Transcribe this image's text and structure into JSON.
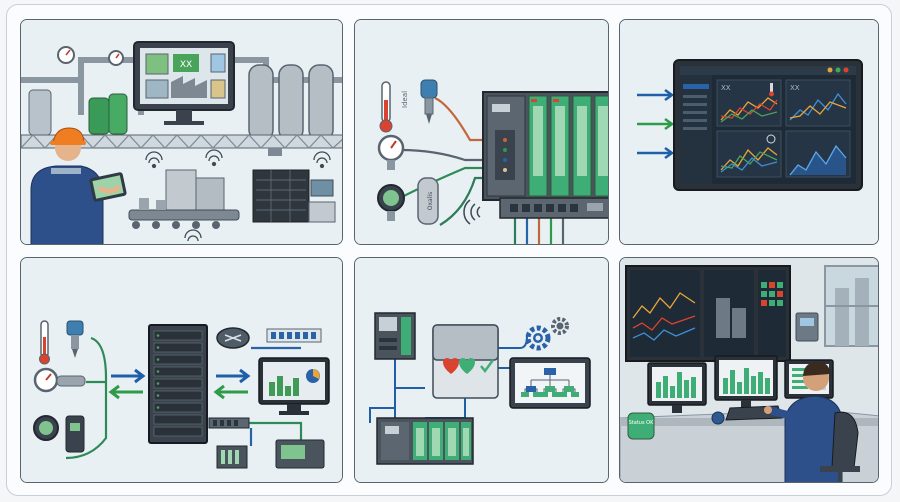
{
  "panels": [
    {
      "id": "field-operations",
      "scada_symbols": "XX",
      "screen_symbols": "XX"
    },
    {
      "id": "sensors-to-plc",
      "thermometer_text": "Ideal",
      "transmitter_text": "Oxalis"
    },
    {
      "id": "dashboard-monitor",
      "chart_labels": [
        "XX",
        "XX"
      ]
    },
    {
      "id": "data-network-server"
    },
    {
      "id": "plc-hmi-logic"
    },
    {
      "id": "control-room",
      "status_badge": "Status OK"
    }
  ],
  "colors": {
    "panel_border": "#596470",
    "panel_bg": "#e9f1f5",
    "arrow_blue": "#1f5fa8",
    "arrow_green": "#2e9b4a",
    "plc_green": "#3fae76",
    "worker_helmet": "#ef7d22",
    "wire_orange": "#c2673a"
  },
  "icons": [
    "pressure-gauge-icon",
    "thermometer-icon",
    "wifi-icon",
    "gear-icon",
    "router-icon",
    "server-rack-icon",
    "monitor-icon",
    "keyboard-icon",
    "tablet-icon"
  ]
}
